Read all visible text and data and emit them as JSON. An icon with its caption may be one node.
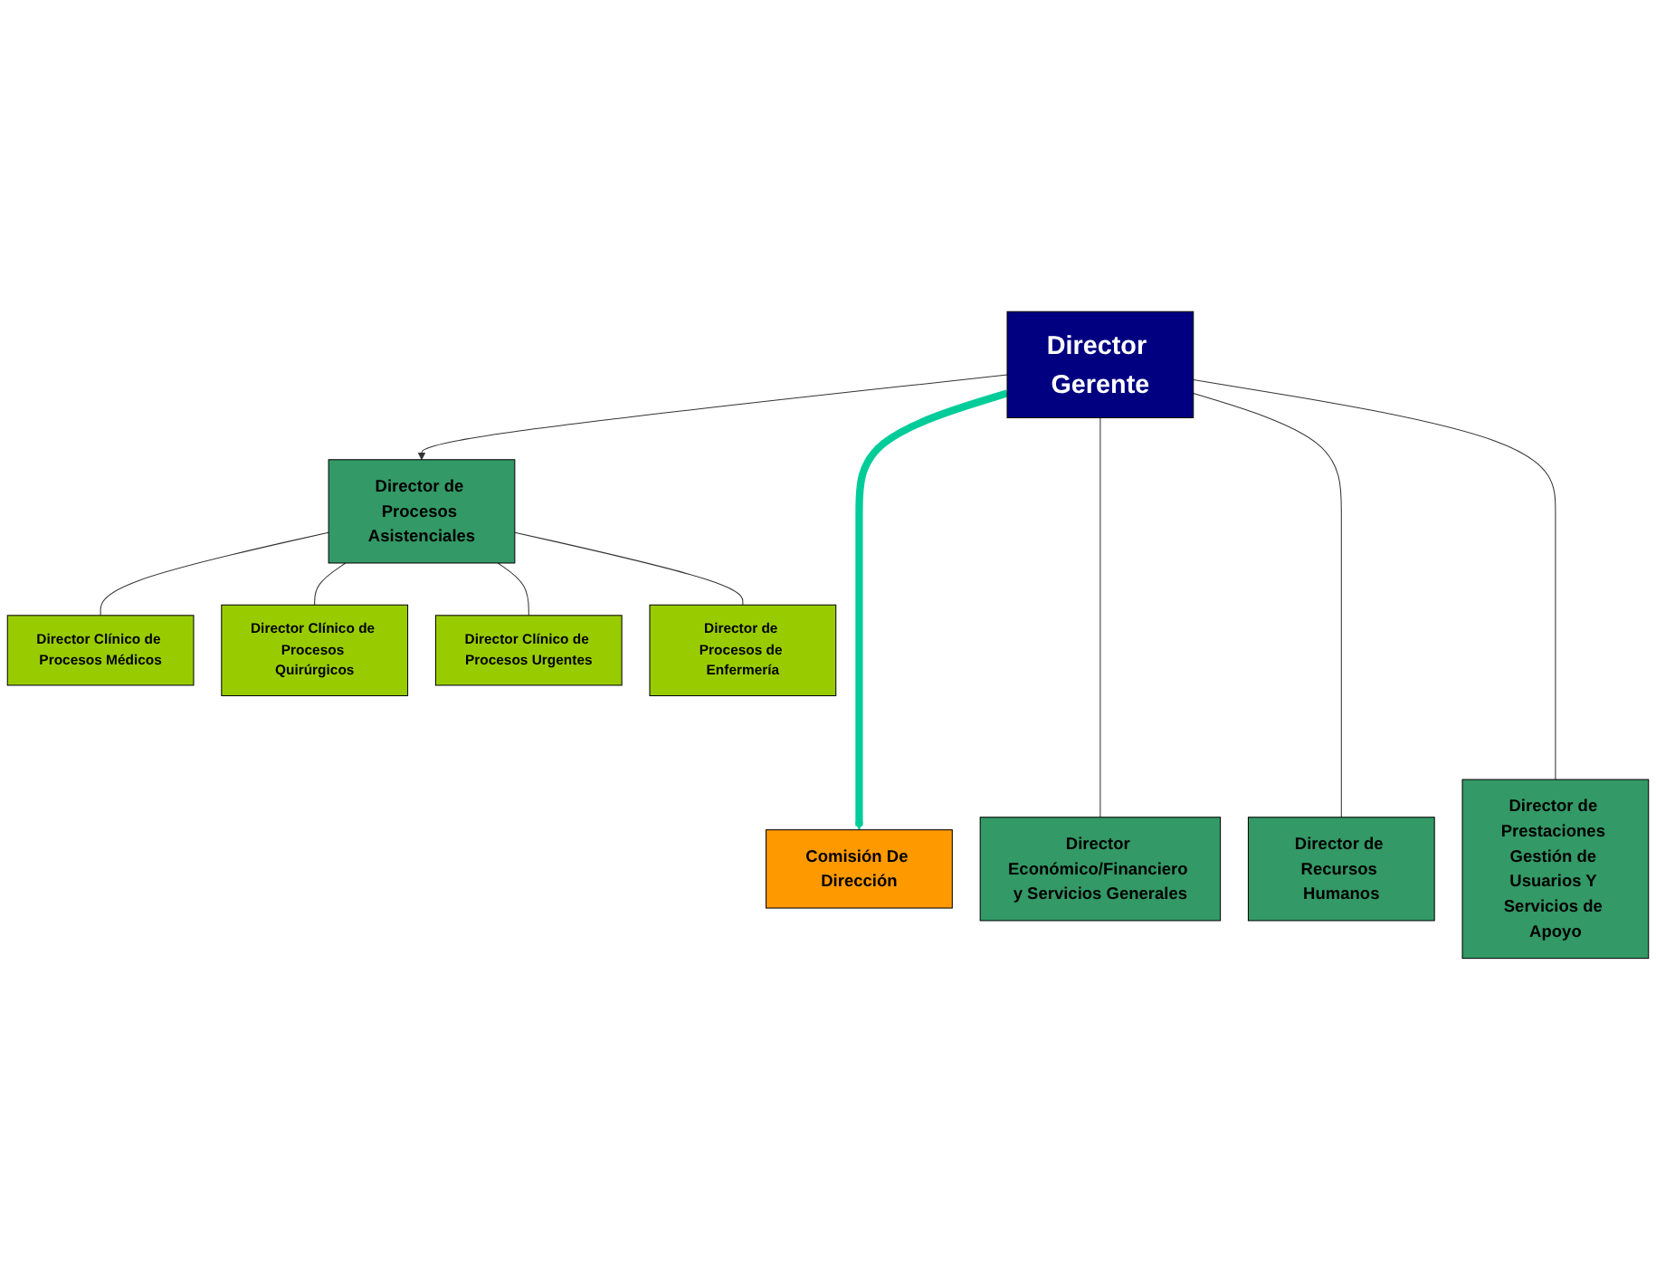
{
  "diagram": {
    "nodes": [
      {
        "text": [
          "Comisión De Dirección"
        ]
      },
      {
        "text": [
          "Director Gerente"
        ]
      },
      {
        "text": [
          "Director de Procesos Asistenciales"
        ]
      },
      {
        "text": [
          "Director Clínico de Procesos Médicos"
        ]
      },
      {
        "text": [
          "Director Clínico de Procesos Quirúrgicos"
        ]
      },
      {
        "text": [
          "Director Clínico de Procesos Urgentes"
        ]
      },
      {
        "text": [
          "Director de Procesos de Enfermería"
        ]
      },
      {
        "text": [
          "Director Económico/Financiero y Servicios Generales"
        ]
      },
      {
        "text": [
          "Director de Recursos Humanos"
        ]
      },
      {
        "text": [
          "Director de Prestaciones Gestión de Usuarios Y Servicios de Apoyo"
        ]
      }
    ],
    "edges": [
      {
        "from": 1,
        "to": 0,
        "arrow": "to",
        "style": "thick",
        "color": "#00cc99"
      },
      {
        "from": 1,
        "to": 2,
        "arrow": "to"
      },
      {
        "from": 2,
        "to": 3,
        "arrow": "none"
      },
      {
        "from": 2,
        "to": 4,
        "arrow": "none"
      },
      {
        "from": 2,
        "to": 5,
        "arrow": "none"
      },
      {
        "from": 2,
        "to": 6,
        "arrow": "none"
      },
      {
        "from": 1,
        "to": 7,
        "arrow": "none"
      },
      {
        "from": 1,
        "to": 8,
        "arrow": "none"
      },
      {
        "from": 1,
        "to": 9,
        "arrow": "none"
      }
    ]
  }
}
